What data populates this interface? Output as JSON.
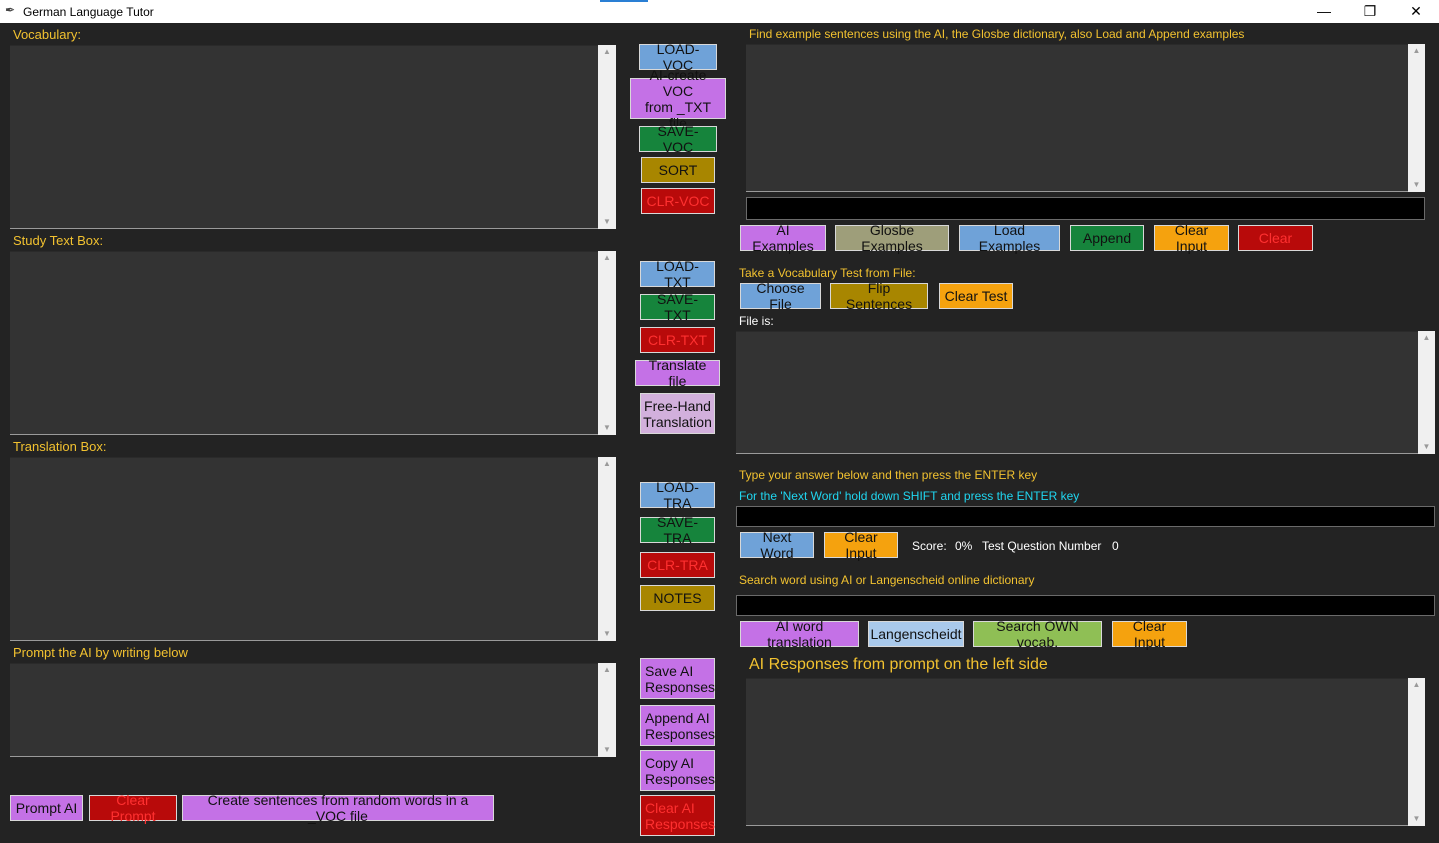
{
  "window": {
    "title": "German Language Tutor",
    "minimize_glyph": "—",
    "restore_glyph": "❐",
    "close_glyph": "✕",
    "app_icon": "feather-icon"
  },
  "left": {
    "vocabulary_label": "Vocabulary:",
    "study_text_label": "Study Text Box:",
    "translation_label": "Translation Box:",
    "prompt_label": "Prompt the AI by writing below",
    "buttons": {
      "prompt_ai": "Prompt AI",
      "clear_prompt": "Clear Prompt",
      "create_sentences": "Create sentences from random words in a _VOC file"
    }
  },
  "middle": {
    "load_voc": "LOAD-VOC",
    "ai_create_voc": "AI-create VOC\nfrom _TXT file",
    "save_voc": "SAVE-VOC",
    "sort": "SORT",
    "clr_voc": "CLR-VOC",
    "load_txt": "LOAD-TXT",
    "save_txt": "SAVE-TXT",
    "clr_txt": "CLR-TXT",
    "translate_file": "Translate file",
    "free_hand": "Free-Hand\nTranslation",
    "load_tra": "LOAD-TRA",
    "save_tra": "SAVE-TRA",
    "clr_tra": "CLR-TRA",
    "notes": "NOTES",
    "save_ai": "Save AI\nResponses",
    "append_ai": "Append AI\nResponses",
    "copy_ai": "Copy AI\nResponses",
    "clear_ai": "Clear AI\nResponses"
  },
  "examples": {
    "label": "Find example sentences using the AI, the Glosbe dictionary, also Load and Append examples",
    "buttons": {
      "ai_examples": "AI Examples",
      "glosbe_examples": "Glosbe Examples",
      "load_examples": "Load Examples",
      "append": "Append",
      "clear_input": "Clear Input",
      "clear": "Clear"
    }
  },
  "test": {
    "label": "Take a Vocabulary Test from File:",
    "choose_file": "Choose File",
    "flip_sentences": "Flip Sentences",
    "clear_test": "Clear Test",
    "file_is_label": "File is:",
    "answer_instruction": "Type your answer below and then press the ENTER key",
    "next_word_instruction": "For the 'Next Word' hold down SHIFT and press the ENTER key",
    "next_word": "Next Word",
    "clear_input": "Clear Input",
    "score_label": "Score:",
    "score_value": "0%",
    "question_number_label": "Test Question Number",
    "question_number_value": "0"
  },
  "search": {
    "label": "Search word using AI or Langenscheid online dictionary",
    "ai_word_translation": "AI word translation",
    "langenscheidt": "Langenscheidt",
    "search_own_vocab": "Search OWN vocab.",
    "clear_input": "Clear Input"
  },
  "responses": {
    "label": "AI Responses from prompt on the left side"
  },
  "colors": {
    "background": "#232323",
    "label_yellow": "#f2c230",
    "instruction_cyan": "#20d6f0"
  }
}
